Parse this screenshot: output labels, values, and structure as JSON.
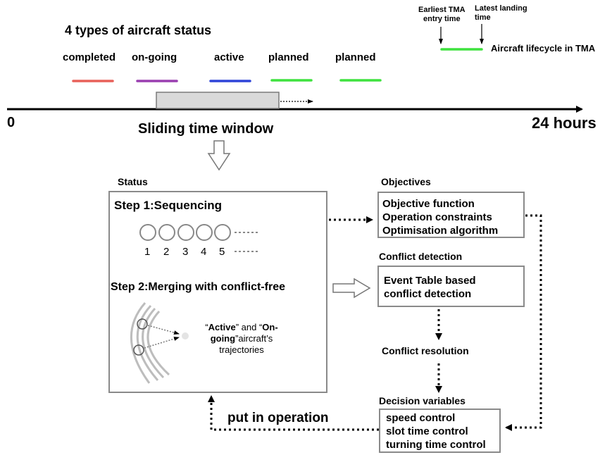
{
  "header": {
    "title": "4 types of aircraft status",
    "status_types": [
      "completed",
      "on-going",
      "active",
      "planned",
      "planned"
    ]
  },
  "colors": {
    "completed": "#e8615a",
    "on_going": "#9a3fb0",
    "active": "#2f45d8",
    "planned": "#3fe23f",
    "box_border": "#8a8a8a",
    "window_fill": "#d9d9d9"
  },
  "legend": {
    "earliest": "Earliest TMA\nentry time",
    "latest": "Latest landing\ntime",
    "lifecycle": "Aircraft lifecycle in TMA"
  },
  "timeline": {
    "start": "0",
    "end": "24 hours",
    "window_label": "Sliding time window"
  },
  "status_panel": {
    "heading": "Status",
    "step1": "Step 1:Sequencing",
    "numbers": [
      "1",
      "2",
      "3",
      "4",
      "5"
    ],
    "step2": "Step 2:Merging with conflict-free",
    "traj_open_quote": "“",
    "traj_active": "Active",
    "traj_and": "” and “",
    "traj_ongoing_a": "On-",
    "traj_ongoing_b": "going",
    "traj_aircraft": "”aircraft’s",
    "traj_last": "trajectories"
  },
  "objectives": {
    "heading": "Objectives",
    "lines": [
      "Objective function",
      "Operation constraints",
      "Optimisation algorithm"
    ]
  },
  "conflict_detection": {
    "heading": "Conflict detection",
    "lines": [
      "Event Table based",
      "conflict detection"
    ]
  },
  "conflict_resolution": {
    "heading": "Conflict resolution"
  },
  "decision_variables": {
    "heading": "Decision variables",
    "lines": [
      "speed control",
      "slot time control",
      "turning time control"
    ]
  },
  "feedback": {
    "label": "put in operation"
  }
}
